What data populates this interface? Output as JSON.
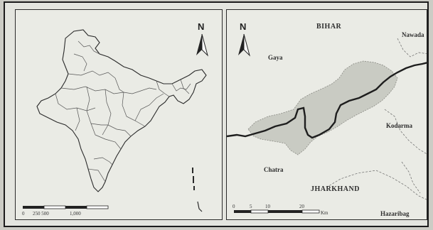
{
  "left_map": {
    "north_label": "N",
    "scale_labels": [
      "0",
      "250 500",
      "1,000"
    ]
  },
  "right_map": {
    "north_label": "N",
    "labels": {
      "bihar": "BIHAR",
      "gaya": "Gaya",
      "nawada": "Nawada",
      "kodarma": "Kodarma",
      "chatra": "Chatra",
      "jharkhand": "JHARKHAND",
      "hazaribag": "Hazaribag"
    },
    "scale_labels": [
      "0",
      "5",
      "10",
      "20",
      "Km"
    ]
  },
  "colors": {
    "background": "#e4e5df",
    "boundary": "#1e1e1e",
    "study_area_fill": "#c9cbc3"
  }
}
